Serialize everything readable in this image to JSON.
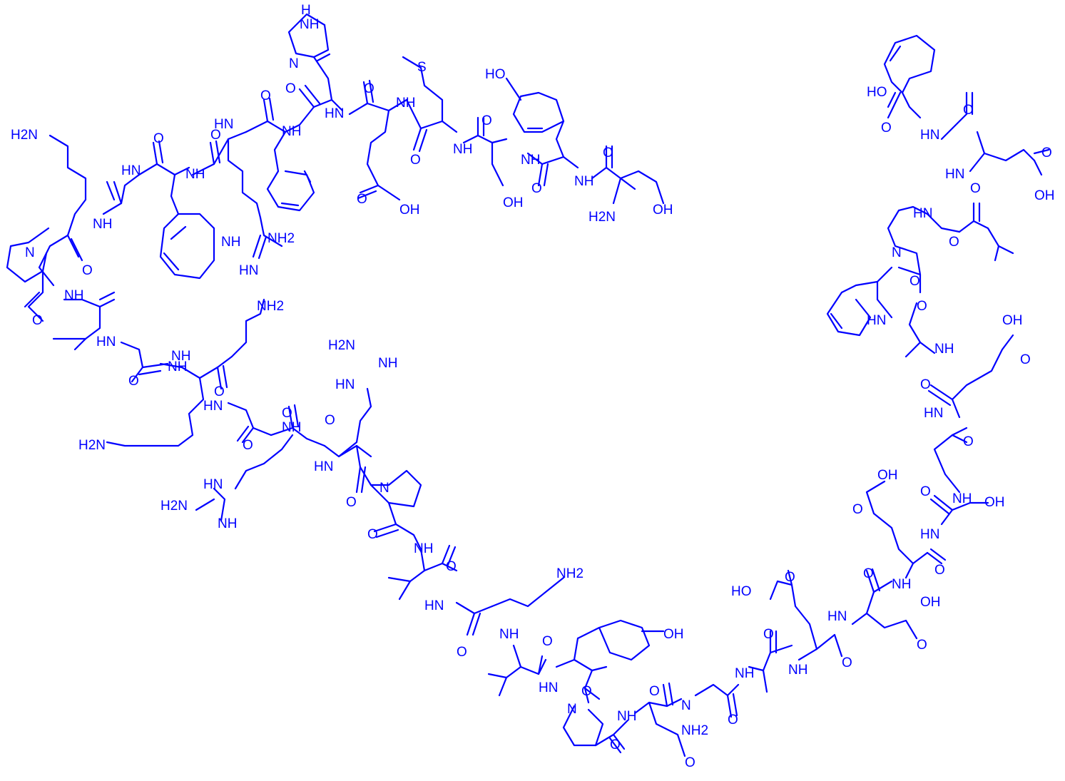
{
  "colors": {
    "bond": "#0000ff",
    "label": "#0000ff",
    "background": "#ffffff"
  },
  "atom_labels": {
    "nh": "NH",
    "hn": "HN",
    "n": "N",
    "h": "H",
    "nh2": "NH2",
    "h2n": "H2N",
    "o": "O",
    "oh": "OH",
    "ho": "HO",
    "s": "S"
  }
}
